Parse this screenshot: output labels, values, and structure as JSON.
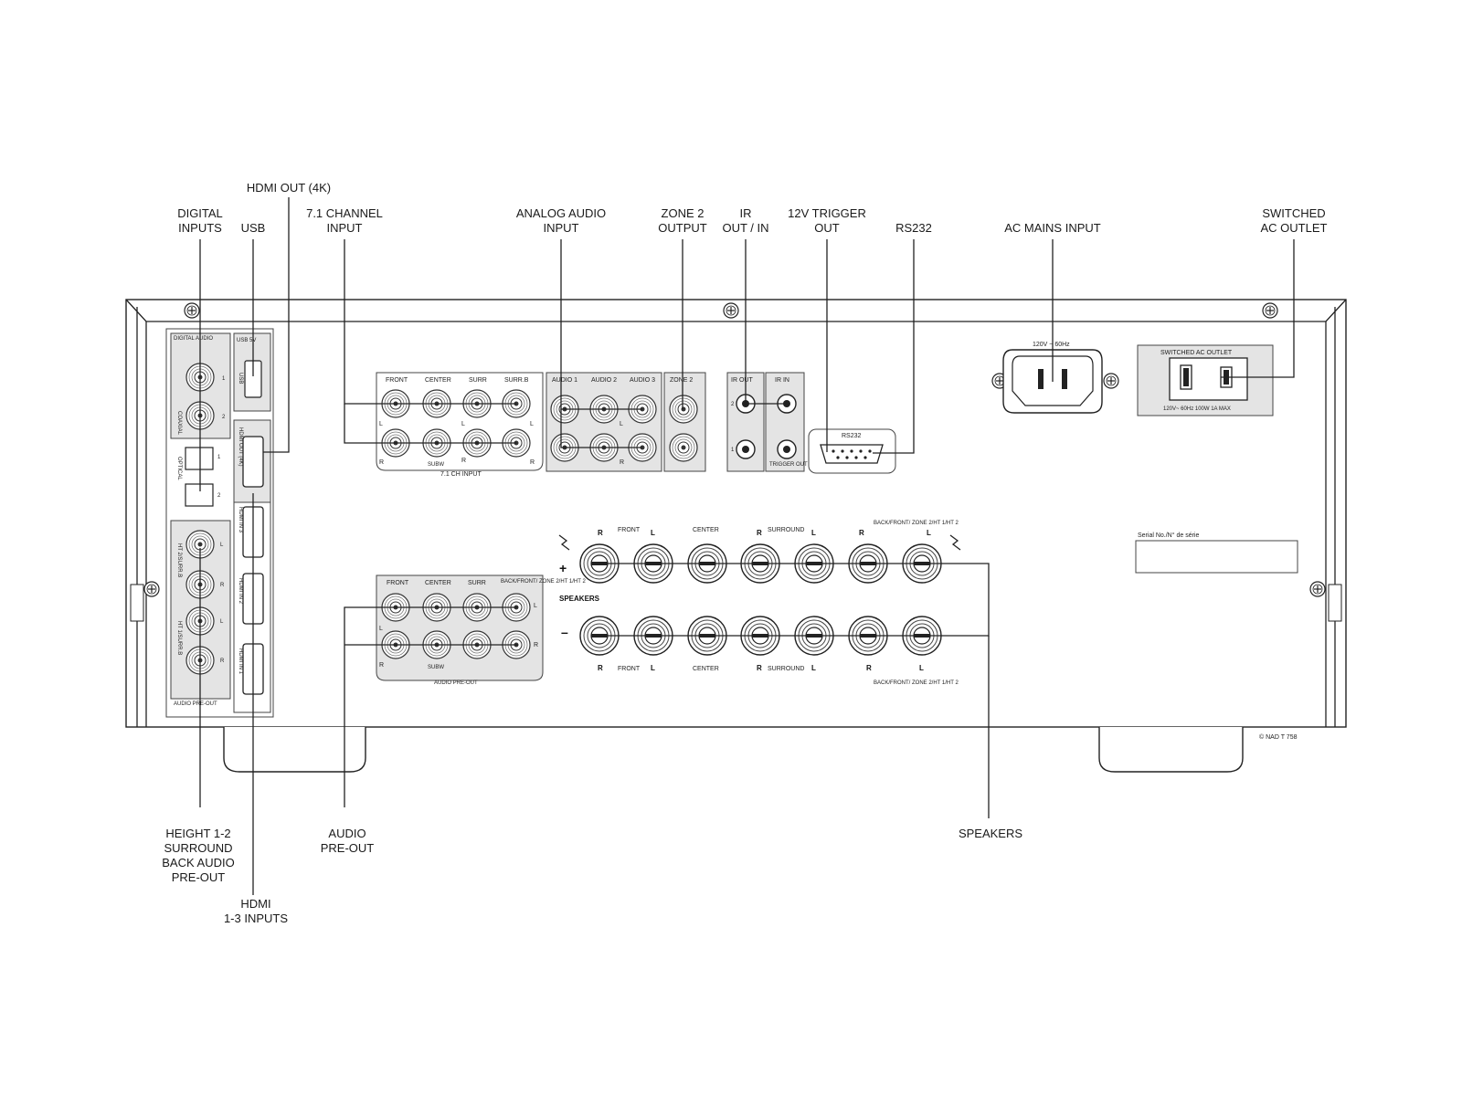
{
  "callouts": {
    "digital_inputs": [
      "DIGITAL",
      "INPUTS"
    ],
    "usb": "USB",
    "hdmi_out": "HDMI OUT (4K)",
    "ch71_input": [
      "7.1 CHANNEL",
      "INPUT"
    ],
    "analog_audio_input": [
      "ANALOG AUDIO",
      "INPUT"
    ],
    "zone2_output": [
      "ZONE 2",
      "OUTPUT"
    ],
    "ir_out_in": [
      "IR",
      "OUT / IN"
    ],
    "trigger_out": [
      "12V TRIGGER",
      "OUT"
    ],
    "rs232": "RS232",
    "ac_mains_input": "AC MAINS INPUT",
    "switched_ac_outlet": [
      "SWITCHED",
      "AC OUTLET"
    ],
    "height_preout": [
      "HEIGHT 1-2",
      "SURROUND",
      "BACK AUDIO",
      "PRE-OUT"
    ],
    "hdmi_inputs": [
      "HDMI",
      "1-3 INPUTS"
    ],
    "audio_preout": [
      "AUDIO",
      "PRE-OUT"
    ],
    "speakers": "SPEAKERS"
  },
  "panel": {
    "digital_audio": "DIGITAL AUDIO",
    "coaxial": "COAXIAL",
    "optical": "OPTICAL",
    "usb_label": "USB 5V",
    "usb_vertical": "USB",
    "hdmi_out_4k": "HDMI OUT (4K)",
    "hdmi_in_3": "HDMI IN 3",
    "hdmi_in_2": "HDMI IN 2",
    "hdmi_in_1": "HDMI IN 1",
    "ht2": "HT 2/SURR.B",
    "ht1": "HT 1/SURR.B",
    "audio_preout_small": "AUDIO PRE-OUT",
    "ch71_headers": [
      "FRONT",
      "CENTER",
      "SURR",
      "SURR.B"
    ],
    "ch71_footer": "7.1 CH INPUT",
    "subw": "SUBW",
    "audio_headers": [
      "AUDIO 1",
      "AUDIO 2",
      "AUDIO 3"
    ],
    "zone2": "ZONE 2",
    "ir_out": "IR OUT",
    "ir_in": "IR IN",
    "rs232_label": "RS232",
    "trigger_small": "TRIGGER OUT",
    "voltage": "120V ~ 60Hz",
    "switched_title": "SWITCHED AC OUTLET",
    "switched_rating": "120V~ 60Hz 100W 1A MAX",
    "preout_headers": [
      "FRONT",
      "CENTER",
      "SURR",
      "BACK/FRONT/ ZONE 2/HT 1/HT 2"
    ],
    "preout_footer": "AUDIO PRE-OUT",
    "speakers_label": "SPEAKERS",
    "spk_top_front": "FRONT",
    "spk_top_center": "CENTER",
    "spk_top_surround": "SURROUND",
    "spk_top_back": "BACK/FRONT/ ZONE 2/HT 1/HT 2",
    "serial": "Serial No./N° de série",
    "model": "© NAD T 758",
    "plus": "+",
    "minus": "–",
    "r": "R",
    "l": "L",
    "one": "1",
    "two": "2"
  }
}
